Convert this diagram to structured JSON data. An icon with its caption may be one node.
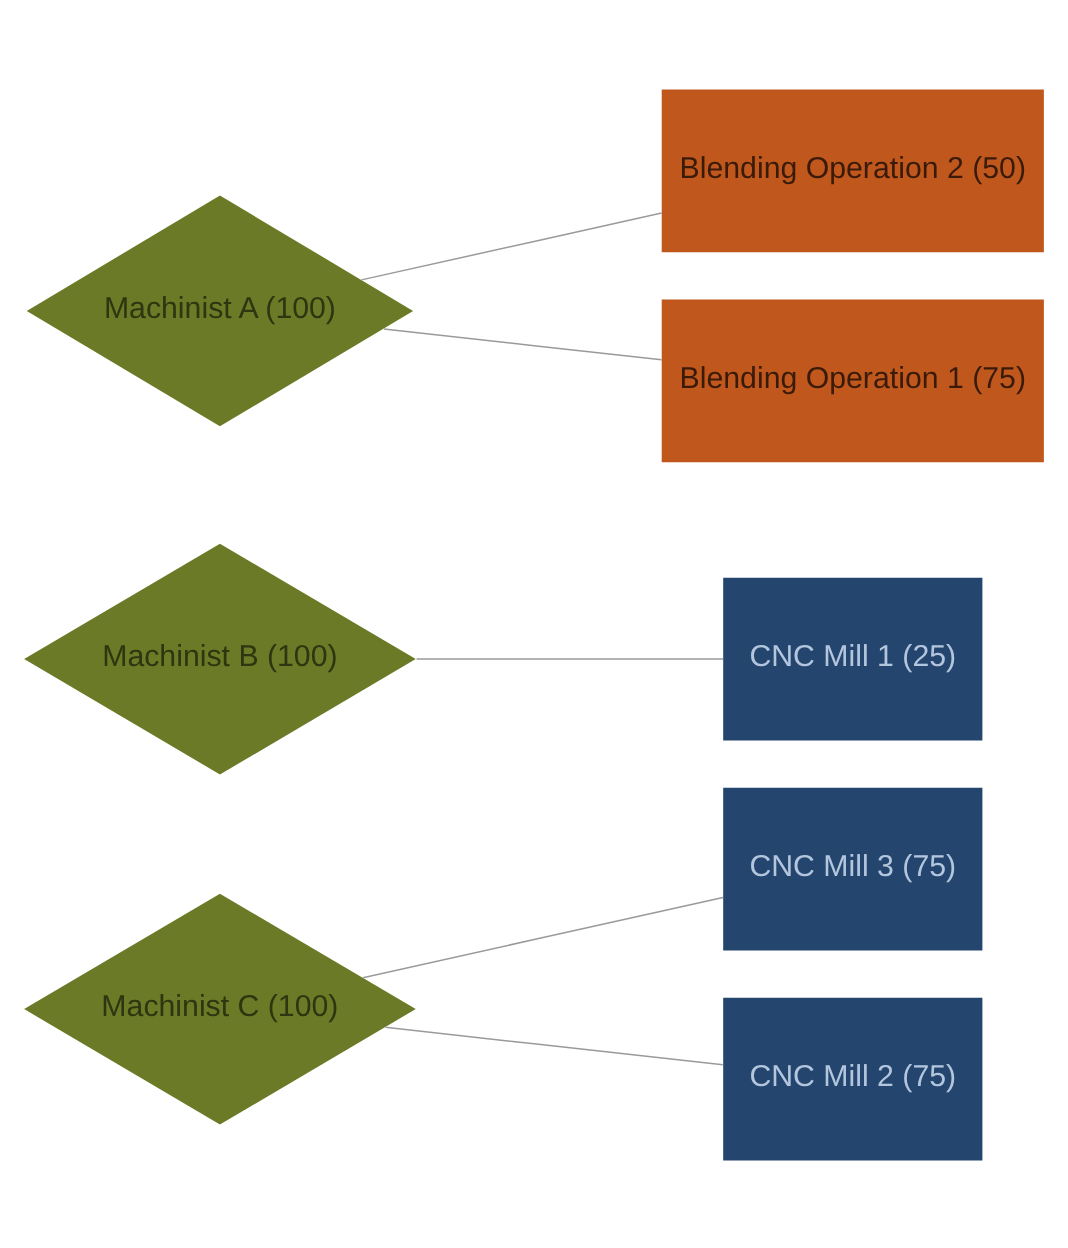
{
  "diagram": {
    "nodes": [
      {
        "text": [
          "Machinist A (100)"
        ]
      },
      {
        "text": [
          "Machinist B (100)"
        ]
      },
      {
        "text": [
          "Machinist C (100)"
        ]
      },
      {
        "text": [
          "Blending Operation 1 (75)"
        ]
      },
      {
        "text": [
          "Blending Operation 2 (50)"
        ]
      },
      {
        "text": [
          "CNC Mill 1 (25)"
        ]
      },
      {
        "text": [
          "CNC Mill 2 (75)"
        ]
      },
      {
        "text": [
          "CNC Mill 3 (75)"
        ]
      }
    ],
    "edges": [
      {
        "from": 0,
        "to": 3,
        "arrow": "none"
      },
      {
        "from": 0,
        "to": 4,
        "arrow": "none"
      },
      {
        "from": 1,
        "to": 5,
        "arrow": "none"
      },
      {
        "from": 2,
        "to": 6,
        "arrow": "none"
      },
      {
        "from": 2,
        "to": 7,
        "arrow": "none"
      }
    ]
  }
}
